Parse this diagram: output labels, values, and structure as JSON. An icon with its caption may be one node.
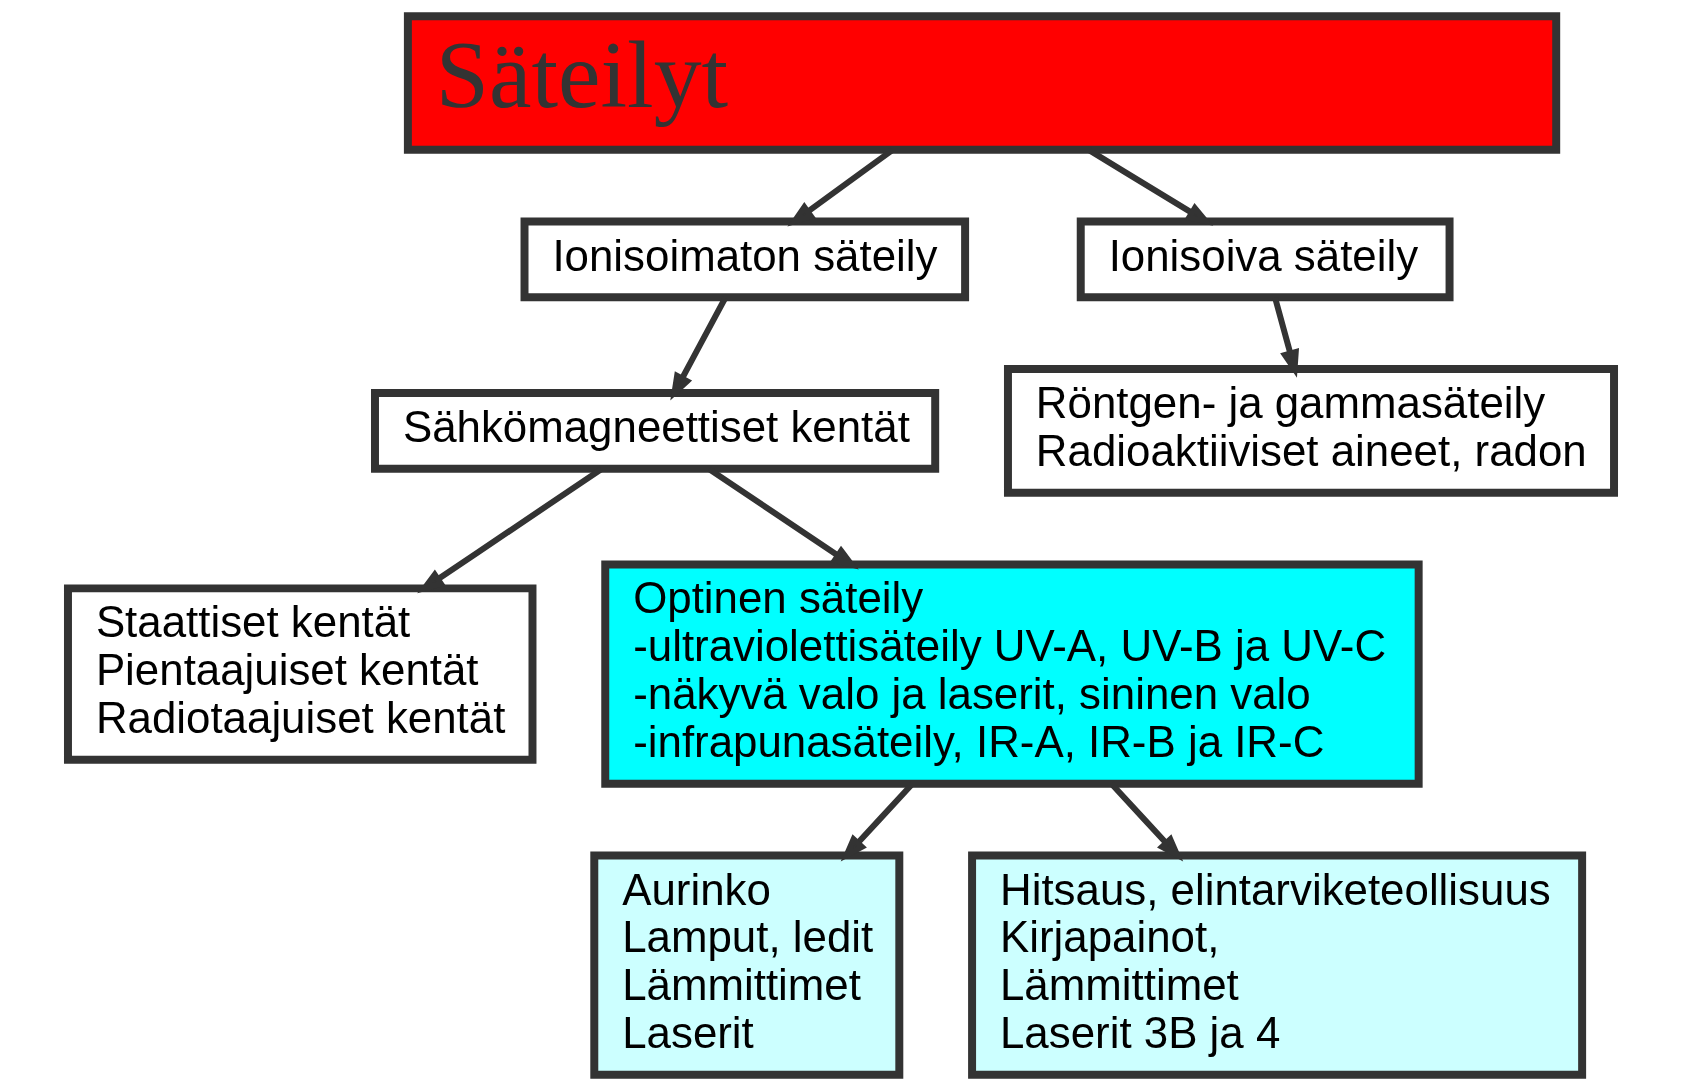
{
  "diagram": {
    "nodes": [
      {
        "text": [
          "Säteilyt"
        ]
      },
      {
        "text": [
          "Ionisoimaton säteily"
        ]
      },
      {
        "text": [
          "Ionisoiva säteily"
        ]
      },
      {
        "text": [
          "Sähkömagneettiset kentät"
        ]
      },
      {
        "text": [
          "Röntgen- ja gammasäteily",
          "Radioaktiiviset aineet, radon"
        ]
      },
      {
        "text": [
          "Staattiset kentät",
          "Pientaajuiset kentät",
          "Radiotaajuiset kentät"
        ]
      },
      {
        "text": [
          "Optinen säteily",
          "-ultraviolettisäteily UV-A, UV-B ja UV-C",
          "-näkyvä valo ja laserit, sininen valo",
          "-infrapunasäteily, IR-A, IR-B ja IR-C"
        ]
      },
      {
        "text": [
          "Aurinko",
          "Lamput, ledit",
          "Lämmittimet",
          "Laserit"
        ]
      },
      {
        "text": [
          "Hitsaus, elintarviketeollisuus",
          "Kirjapainot,",
          "Lämmittimet",
          "Laserit 3B ja 4"
        ]
      }
    ],
    "edges": [
      {
        "from": 0,
        "to": 1,
        "arrow": "to"
      },
      {
        "from": 0,
        "to": 2,
        "arrow": "to"
      },
      {
        "from": 1,
        "to": 3,
        "arrow": "to"
      },
      {
        "from": 2,
        "to": 4,
        "arrow": "to"
      },
      {
        "from": 3,
        "to": 5,
        "arrow": "to"
      },
      {
        "from": 3,
        "to": 6,
        "arrow": "to"
      },
      {
        "from": 6,
        "to": 7,
        "arrow": "to"
      },
      {
        "from": 6,
        "to": 8,
        "arrow": "to"
      }
    ]
  }
}
